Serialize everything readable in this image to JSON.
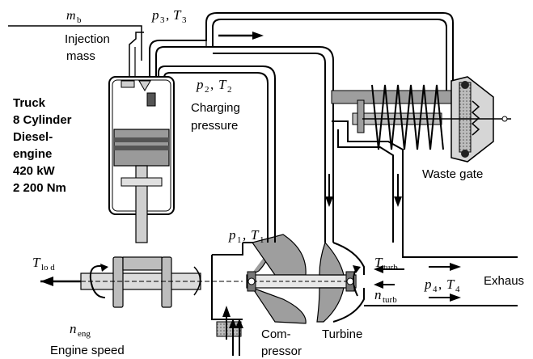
{
  "truck_spec": [
    "Truck",
    "8 Cylinder",
    "Diesel-",
    "engine",
    "420 kW",
    "2 200 Nm"
  ],
  "labels": {
    "mb_sym": "m",
    "mb_sub": "b",
    "injection_line1": "Injection",
    "injection_line2": "mass",
    "p3": "p",
    "p3_sub": "3",
    "t3": "T",
    "t3_sub": "3",
    "p2": "p",
    "p2_sub": "2",
    "t2": "T",
    "t2_sub": "2",
    "charging_line1": "Charging",
    "charging_line2": "pressure",
    "waste_gate": "Waste gate",
    "p1": "p",
    "p1_sub": "1",
    "t1": "T",
    "t1_sub": "1",
    "tload": "T",
    "tload_sub": "lo  d",
    "tturb": "T",
    "tturb_sub": "turb",
    "nturb": "n",
    "nturb_sub": "turb",
    "p4": "p",
    "p4_sub": "4",
    "t4": "T",
    "t4_sub": "4",
    "exhaust": "Exhaus",
    "neng": "n",
    "neng_sub": "eng",
    "engine_speed": "Engine speed",
    "compressor_line1": "Com-",
    "compressor_line2": "pressor",
    "turbine": "Turbine"
  }
}
